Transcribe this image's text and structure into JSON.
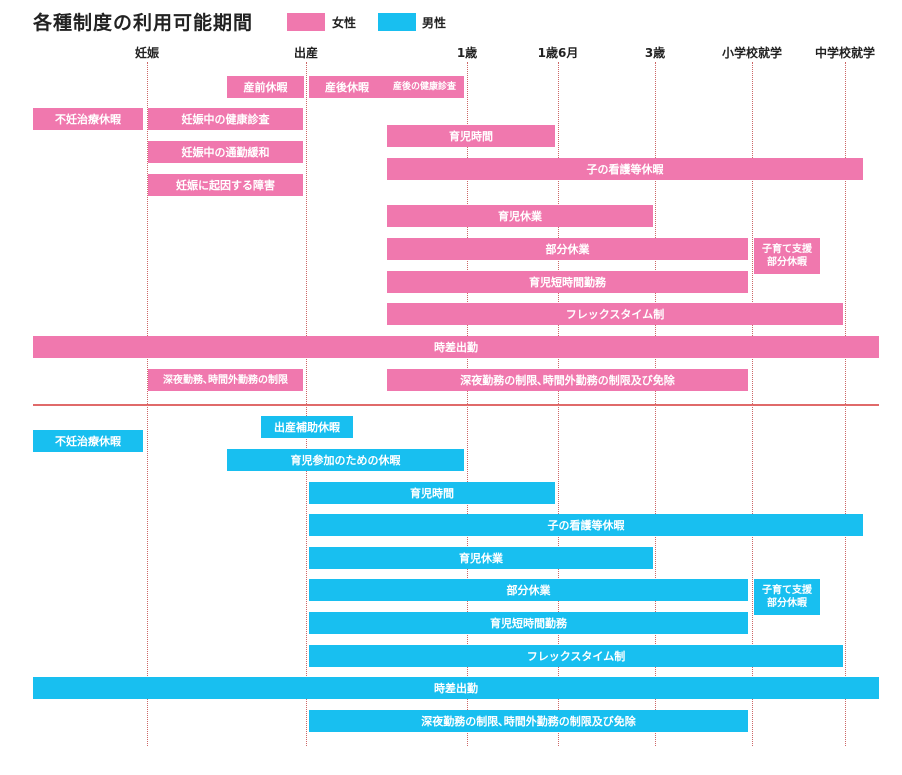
{
  "title": "各種制度の利用可能期間",
  "legend": [
    {
      "label": "女性",
      "color": "#f078ae"
    },
    {
      "label": "男性",
      "color": "#18bff0"
    }
  ],
  "timeline": [
    "妊娠",
    "出産",
    "1歳",
    "1歳6月",
    "3歳",
    "小学校就学",
    "中学校就学"
  ],
  "female": {
    "color": "#f078ae",
    "items": [
      {
        "label": "産前休暇"
      },
      {
        "label": "産後休暇"
      },
      {
        "label": "産後の健康診査"
      },
      {
        "label": "不妊治療休暇"
      },
      {
        "label": "妊娠中の健康診査"
      },
      {
        "label": "育児時間"
      },
      {
        "label": "妊娠中の通勤緩和"
      },
      {
        "label": "子の看護等休暇"
      },
      {
        "label": "妊娠に起因する障害"
      },
      {
        "label": "育児休業"
      },
      {
        "label": "部分休業"
      },
      {
        "label": "子育て支援\n部分休暇"
      },
      {
        "label": "育児短時間勤務"
      },
      {
        "label": "フレックスタイム制"
      },
      {
        "label": "時差出勤"
      },
      {
        "label": "深夜勤務､時間外勤務の制限"
      },
      {
        "label": "深夜勤務の制限､時間外勤務の制限及び免除"
      }
    ]
  },
  "male": {
    "color": "#18bff0",
    "items": [
      {
        "label": "不妊治療休暇"
      },
      {
        "label": "出産補助休暇"
      },
      {
        "label": "育児参加のための休暇"
      },
      {
        "label": "育児時間"
      },
      {
        "label": "子の看護等休暇"
      },
      {
        "label": "育児休業"
      },
      {
        "label": "部分休業"
      },
      {
        "label": "子育て支援\n部分休暇"
      },
      {
        "label": "育児短時間勤務"
      },
      {
        "label": "フレックスタイム制"
      },
      {
        "label": "時差出勤"
      },
      {
        "label": "深夜勤務の制限､時間外勤務の制限及び免除"
      }
    ]
  }
}
